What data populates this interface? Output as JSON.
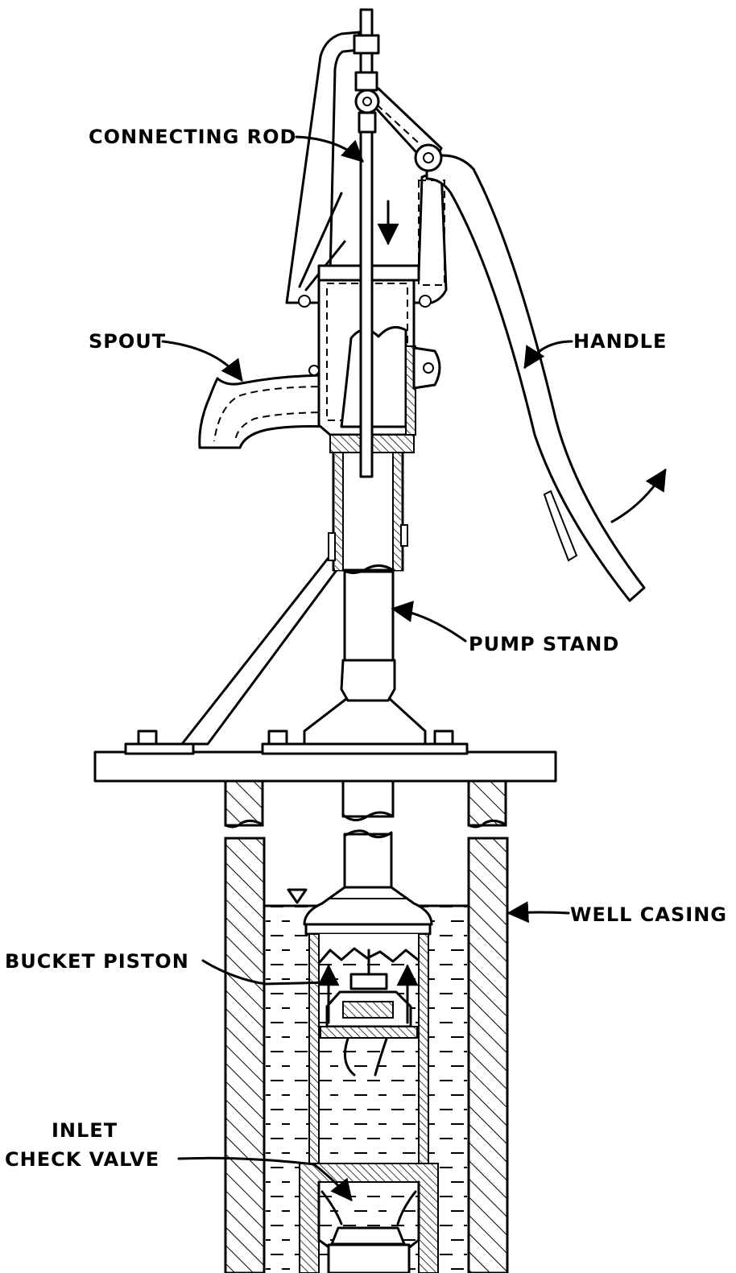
{
  "diagram": {
    "labels": {
      "connecting_rod": "CONNECTING ROD",
      "spout": "SPOUT",
      "handle": "HANDLE",
      "pump_stand": "PUMP STAND",
      "well_casing": "WELL CASING",
      "bucket_piston": "BUCKET PISTON",
      "inlet_line1": "INLET",
      "inlet_line2": "CHECK VALVE"
    }
  }
}
